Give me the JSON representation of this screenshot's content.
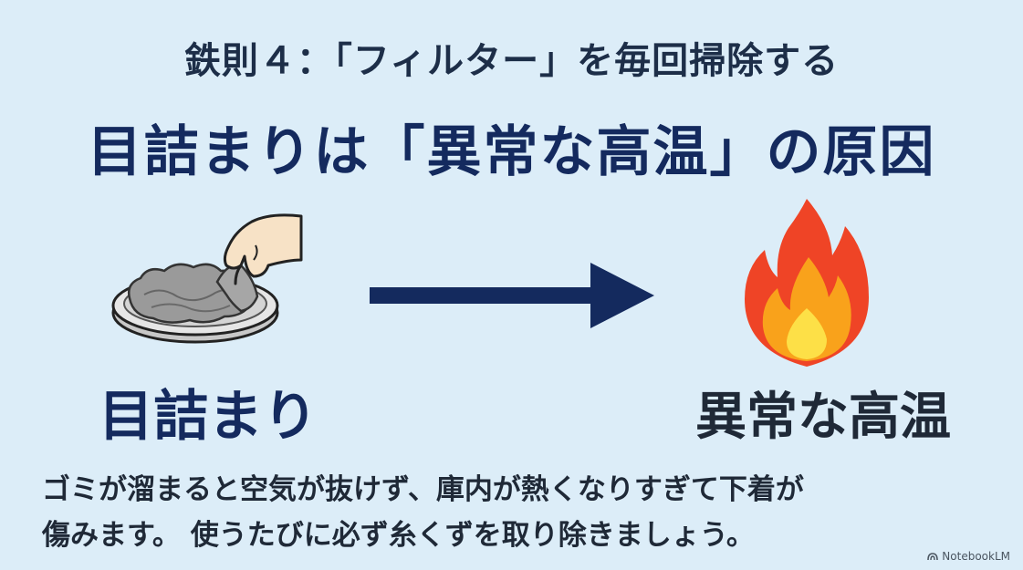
{
  "slide": {
    "subtitle": "鉄則４：「フィルター」を毎回掃除する",
    "title": "目詰まりは「異常な高温」の原因",
    "cause_label": "目詰まり",
    "effect_label": "異常な高温",
    "body_line1": "ゴミが溜まると空気が抜けず、庫内が熱くなりすぎて下着が",
    "body_line2": "傷みます。 使うたびに必ず糸くずを取り除きましょう。",
    "watermark": "NotebookLM"
  },
  "icons": {
    "cause": "lint-filter-hand-icon",
    "arrow": "right-arrow-icon",
    "effect": "fire-icon",
    "watermark": "notebooklm-logo-icon"
  },
  "colors": {
    "background": "#dcedf8",
    "title": "#142a5e",
    "arrow": "#142a5e",
    "text": "#1f2937",
    "fire_outer": "#ef4426",
    "fire_mid": "#f9a21b",
    "fire_inner": "#fde047"
  }
}
